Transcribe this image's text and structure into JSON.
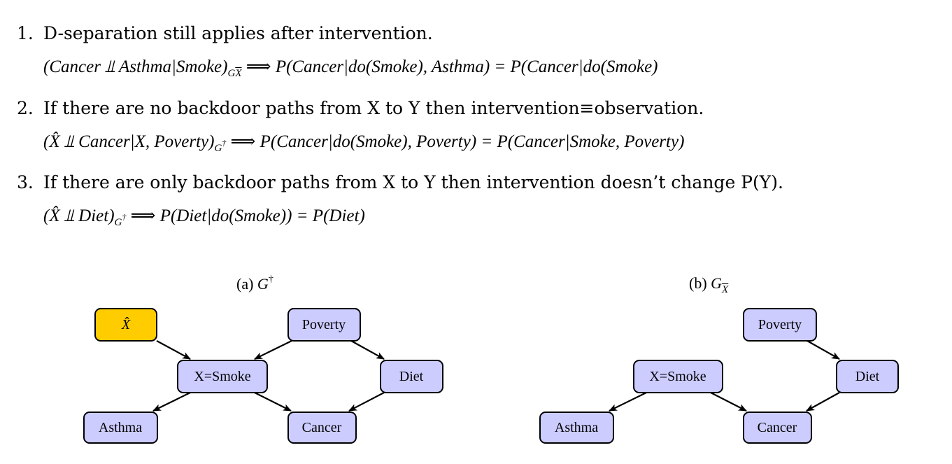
{
  "rules": [
    {
      "num": "1.",
      "statement": "D-separation still applies after intervention.",
      "formula_lhs": "(Cancer ⫫ Asthma|Smoke)",
      "formula_lhs_sub": "X",
      "formula_lhs_sub_prefix": "G",
      "formula_rhs": " ⟹  P(Cancer|do(Smoke), Asthma) = P(Cancer|do(Smoke)"
    },
    {
      "num": "2.",
      "statement": "If there are no backdoor paths from X to Y then intervention≡observation.",
      "formula_lhs": "(X̂ ⫫ Cancer|X, Poverty)",
      "formula_lhs_sub_prefix": "G",
      "formula_lhs_sup": "†",
      "formula_rhs": " ⟹  P(Cancer|do(Smoke), Poverty) = P(Cancer|Smoke, Poverty)"
    },
    {
      "num": "3.",
      "statement": "If there are only backdoor paths from X to Y then intervention doesn’t change P(Y).",
      "formula_lhs": "(X̂ ⫫ Diet)",
      "formula_lhs_sub_prefix": "G",
      "formula_lhs_sup": "†",
      "formula_rhs": " ⟹  P(Diet|do(Smoke)) = P(Diet)"
    }
  ],
  "captions": {
    "a_prefix": "(a) ",
    "a_G": "G",
    "a_sup": "†",
    "b_prefix": "(b) ",
    "b_G": "G",
    "b_sub": "X"
  },
  "graph_a": {
    "nodes": {
      "xhat": "X̂",
      "poverty": "Poverty",
      "smoke": "X=Smoke",
      "diet": "Diet",
      "asthma": "Asthma",
      "cancer": "Cancer"
    }
  },
  "graph_b": {
    "nodes": {
      "poverty": "Poverty",
      "smoke": "X=Smoke",
      "diet": "Diet",
      "asthma": "Asthma",
      "cancer": "Cancer"
    }
  },
  "colors": {
    "node_fill": "#ccccff",
    "intervention_fill": "#ffcc00"
  }
}
